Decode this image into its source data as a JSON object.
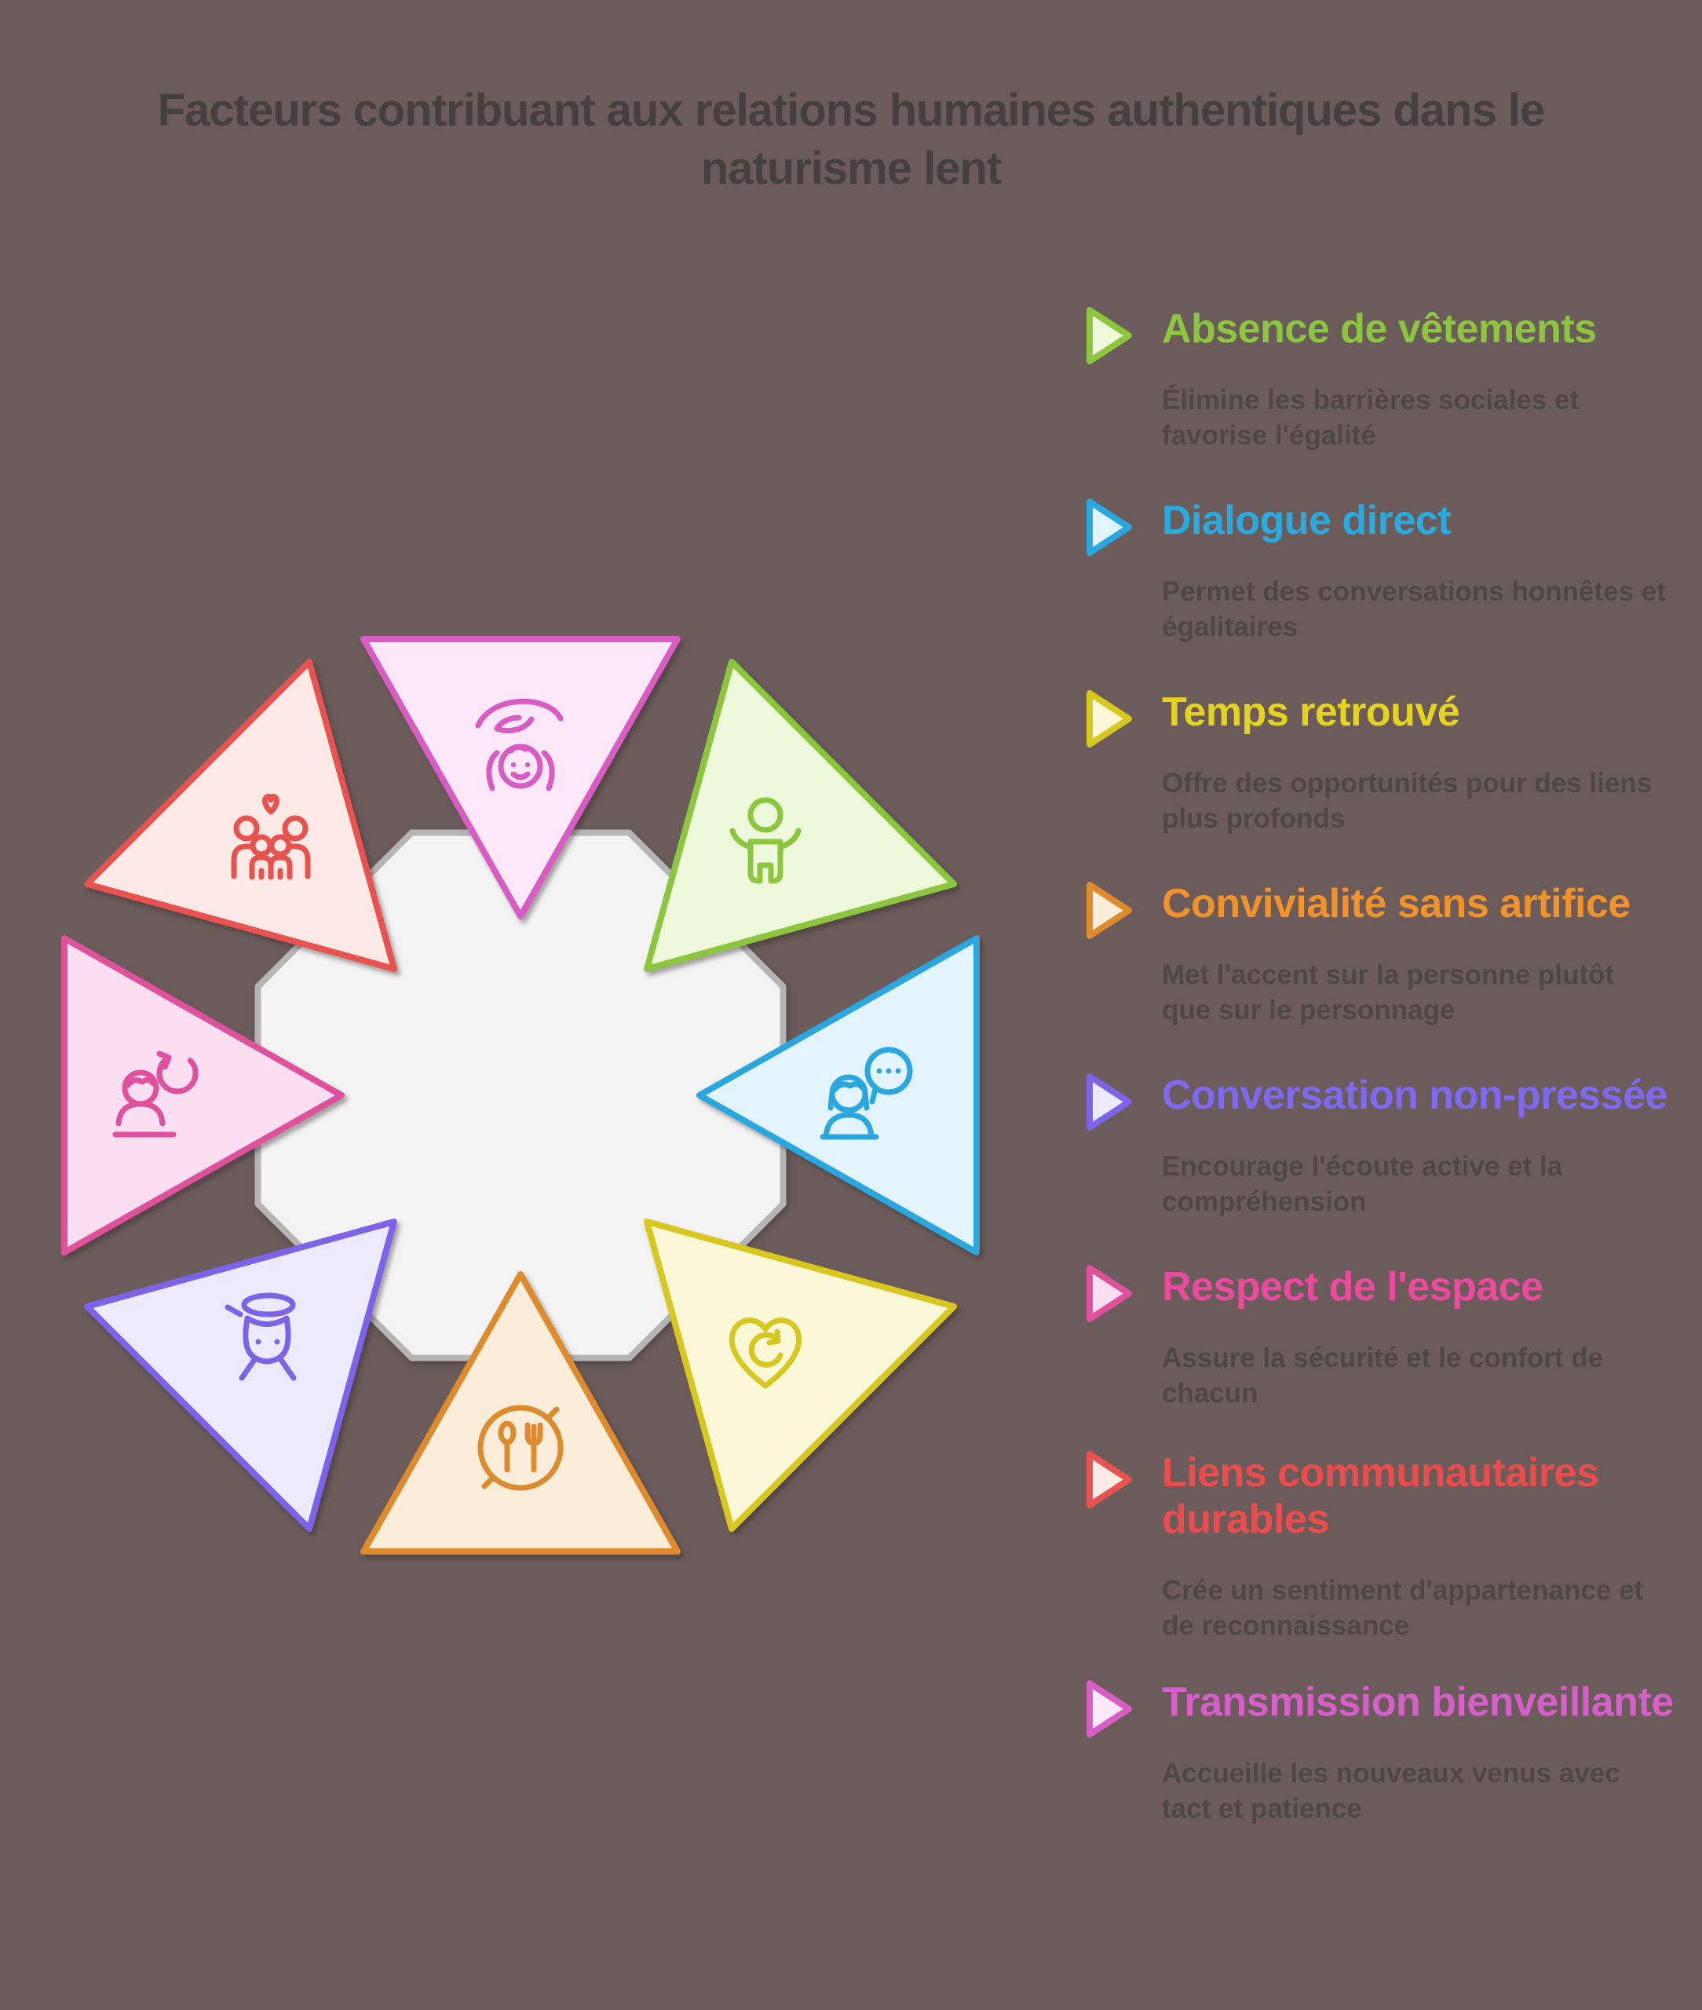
{
  "title": {
    "line1": "Facteurs contribuant aux relations humaines authentiques dans le",
    "line2": "naturisme lent"
  },
  "legend": {
    "items": [
      {
        "title": "Absence de vêtements",
        "description": "Élimine les barrières sociales et favorise l'égalité",
        "color": "#8cc63e",
        "icon": "raised-arms-person"
      },
      {
        "title": "Dialogue direct",
        "description": "Permet des conversations honnêtes et égalitaires",
        "color": "#29abe2",
        "icon": "woman-speech-bubble"
      },
      {
        "title": "Temps retrouvé",
        "description": "Offre des opportunités pour des liens plus profonds",
        "color": "#e6d31d",
        "icon": "heart-refresh"
      },
      {
        "title": "Convivialité sans artifice",
        "description": "Met l'accent sur la personne plutôt que sur le personnage",
        "color": "#f2922a",
        "icon": "meal-circle"
      },
      {
        "title": "Conversation non-pressée",
        "description": "Encourage l'écoute active et la compréhension",
        "color": "#7d6af0",
        "icon": "drum"
      },
      {
        "title": "Respect de l'espace",
        "description": "Assure la sécurité et le confort de chacun",
        "color": "#ec4a9e",
        "icon": "person-rotate-arrow"
      },
      {
        "title": "Liens communautaires durables",
        "description": "Crée un sentiment d'appartenance et de reconnaissance",
        "color": "#ec4c4c",
        "icon": "family-heart"
      },
      {
        "title": "Transmission bienveillante",
        "description": "Accueille les nouveaux venus avec tact et patience",
        "color": "#d75fca",
        "icon": "caring-hand-child"
      }
    ]
  },
  "diagram": {
    "center_shape": "octagon",
    "positions": [
      {
        "slot": "top",
        "factor": "Transmission bienveillante"
      },
      {
        "slot": "top-right",
        "factor": "Absence de vêtements"
      },
      {
        "slot": "right",
        "factor": "Dialogue direct"
      },
      {
        "slot": "bottom-right",
        "factor": "Temps retrouvé"
      },
      {
        "slot": "bottom",
        "factor": "Convivialité sans artifice"
      },
      {
        "slot": "bottom-left",
        "factor": "Conversation non-pressée"
      },
      {
        "slot": "left",
        "factor": "Respect de l'espace"
      },
      {
        "slot": "top-left",
        "factor": "Liens communautaires durables"
      }
    ]
  },
  "colors": {
    "background": "#6b5c5b",
    "title_text": "#454040",
    "description_text": "#4e4845",
    "octagon_fill": "#f3f3f3",
    "octagon_stroke": "#b5b5b5"
  }
}
